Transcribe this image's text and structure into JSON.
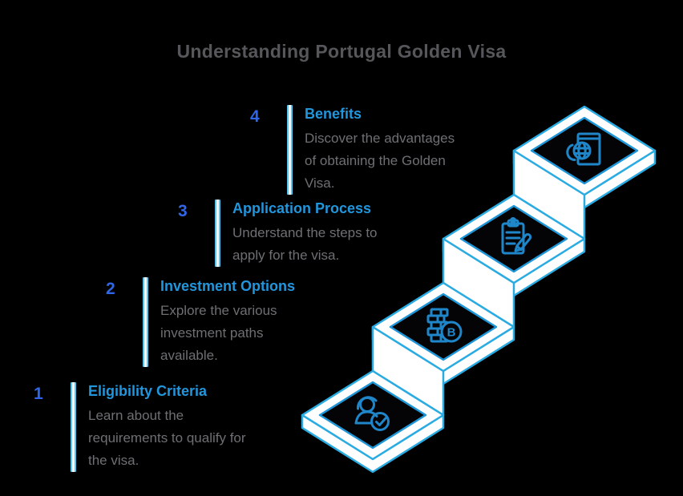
{
  "title": "Understanding Portugal Golden Visa",
  "colors": {
    "background": "#000000",
    "title_text": "#56575a",
    "step_number_blue": "#2f66e8",
    "heading_blue": "#2196dd",
    "body_gray": "#6e6f73",
    "bar_edge": "#54c6f2",
    "bar_fill": "#eafaff",
    "stair_outline": "#2aabe2",
    "stair_face": "#ffffff",
    "stair_panel": "#040406",
    "icon_stroke": "#1f86c9"
  },
  "steps": [
    {
      "number": "1",
      "label": "Eligibility Criteria",
      "description": "Learn about the requirements to qualify for the visa.",
      "icon": "user-check-icon"
    },
    {
      "number": "2",
      "label": "Investment Options",
      "description": "Explore the various investment paths available.",
      "icon": "coins-bitcoin-icon"
    },
    {
      "number": "3",
      "label": "Application Process",
      "description": "Understand the steps to apply for the visa.",
      "icon": "clipboard-pencil-icon"
    },
    {
      "number": "4",
      "label": "Benefits",
      "description": "Discover the advantages of obtaining the Golden Visa.",
      "icon": "passport-globe-icon"
    }
  ]
}
